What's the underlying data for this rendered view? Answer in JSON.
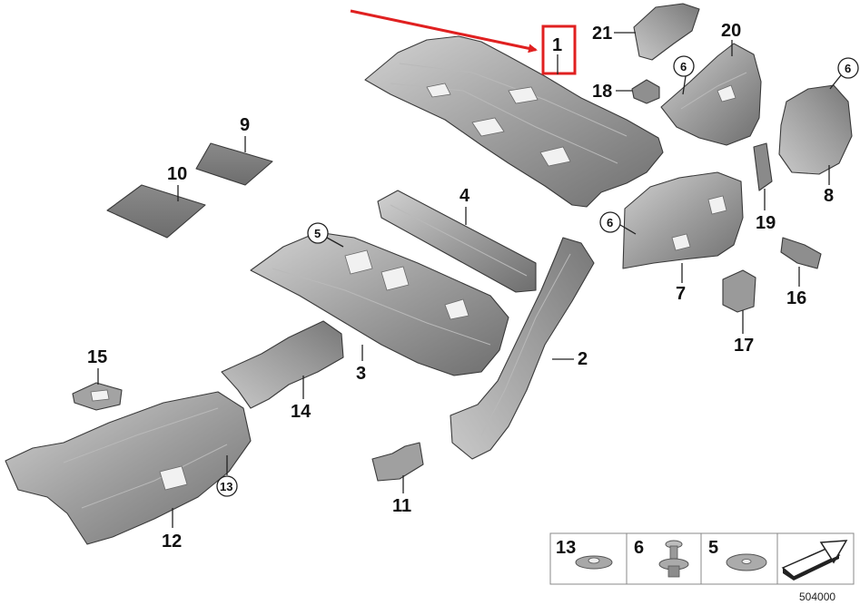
{
  "colors": {
    "part_fill_light": "#c4c4c4",
    "part_fill": "#9b9b9b",
    "part_fill_dark": "#727272",
    "mat_fill": "#7a7a7a",
    "highlight_box": "#e02020",
    "arrow": "#e02020",
    "legend_border": "#888888"
  },
  "callouts": {
    "p1": "1",
    "p2": "2",
    "p3": "3",
    "p4": "4",
    "p5": "5",
    "p6a": "6",
    "p6b": "6",
    "p6c": "6",
    "p7": "7",
    "p8": "8",
    "p9": "9",
    "p10": "10",
    "p11": "11",
    "p12": "12",
    "p13": "13",
    "p14": "14",
    "p15": "15",
    "p16": "16",
    "p17": "17",
    "p18": "18",
    "p19": "19",
    "p20": "20",
    "p21": "21"
  },
  "legend": {
    "items": [
      {
        "label": "13",
        "icon": "flat-nut-icon"
      },
      {
        "label": "6",
        "icon": "push-clip-icon"
      },
      {
        "label": "5",
        "icon": "washer-icon"
      }
    ],
    "extra_icon": "insulation-mat-arrow-icon"
  },
  "diagram_number": "504000"
}
